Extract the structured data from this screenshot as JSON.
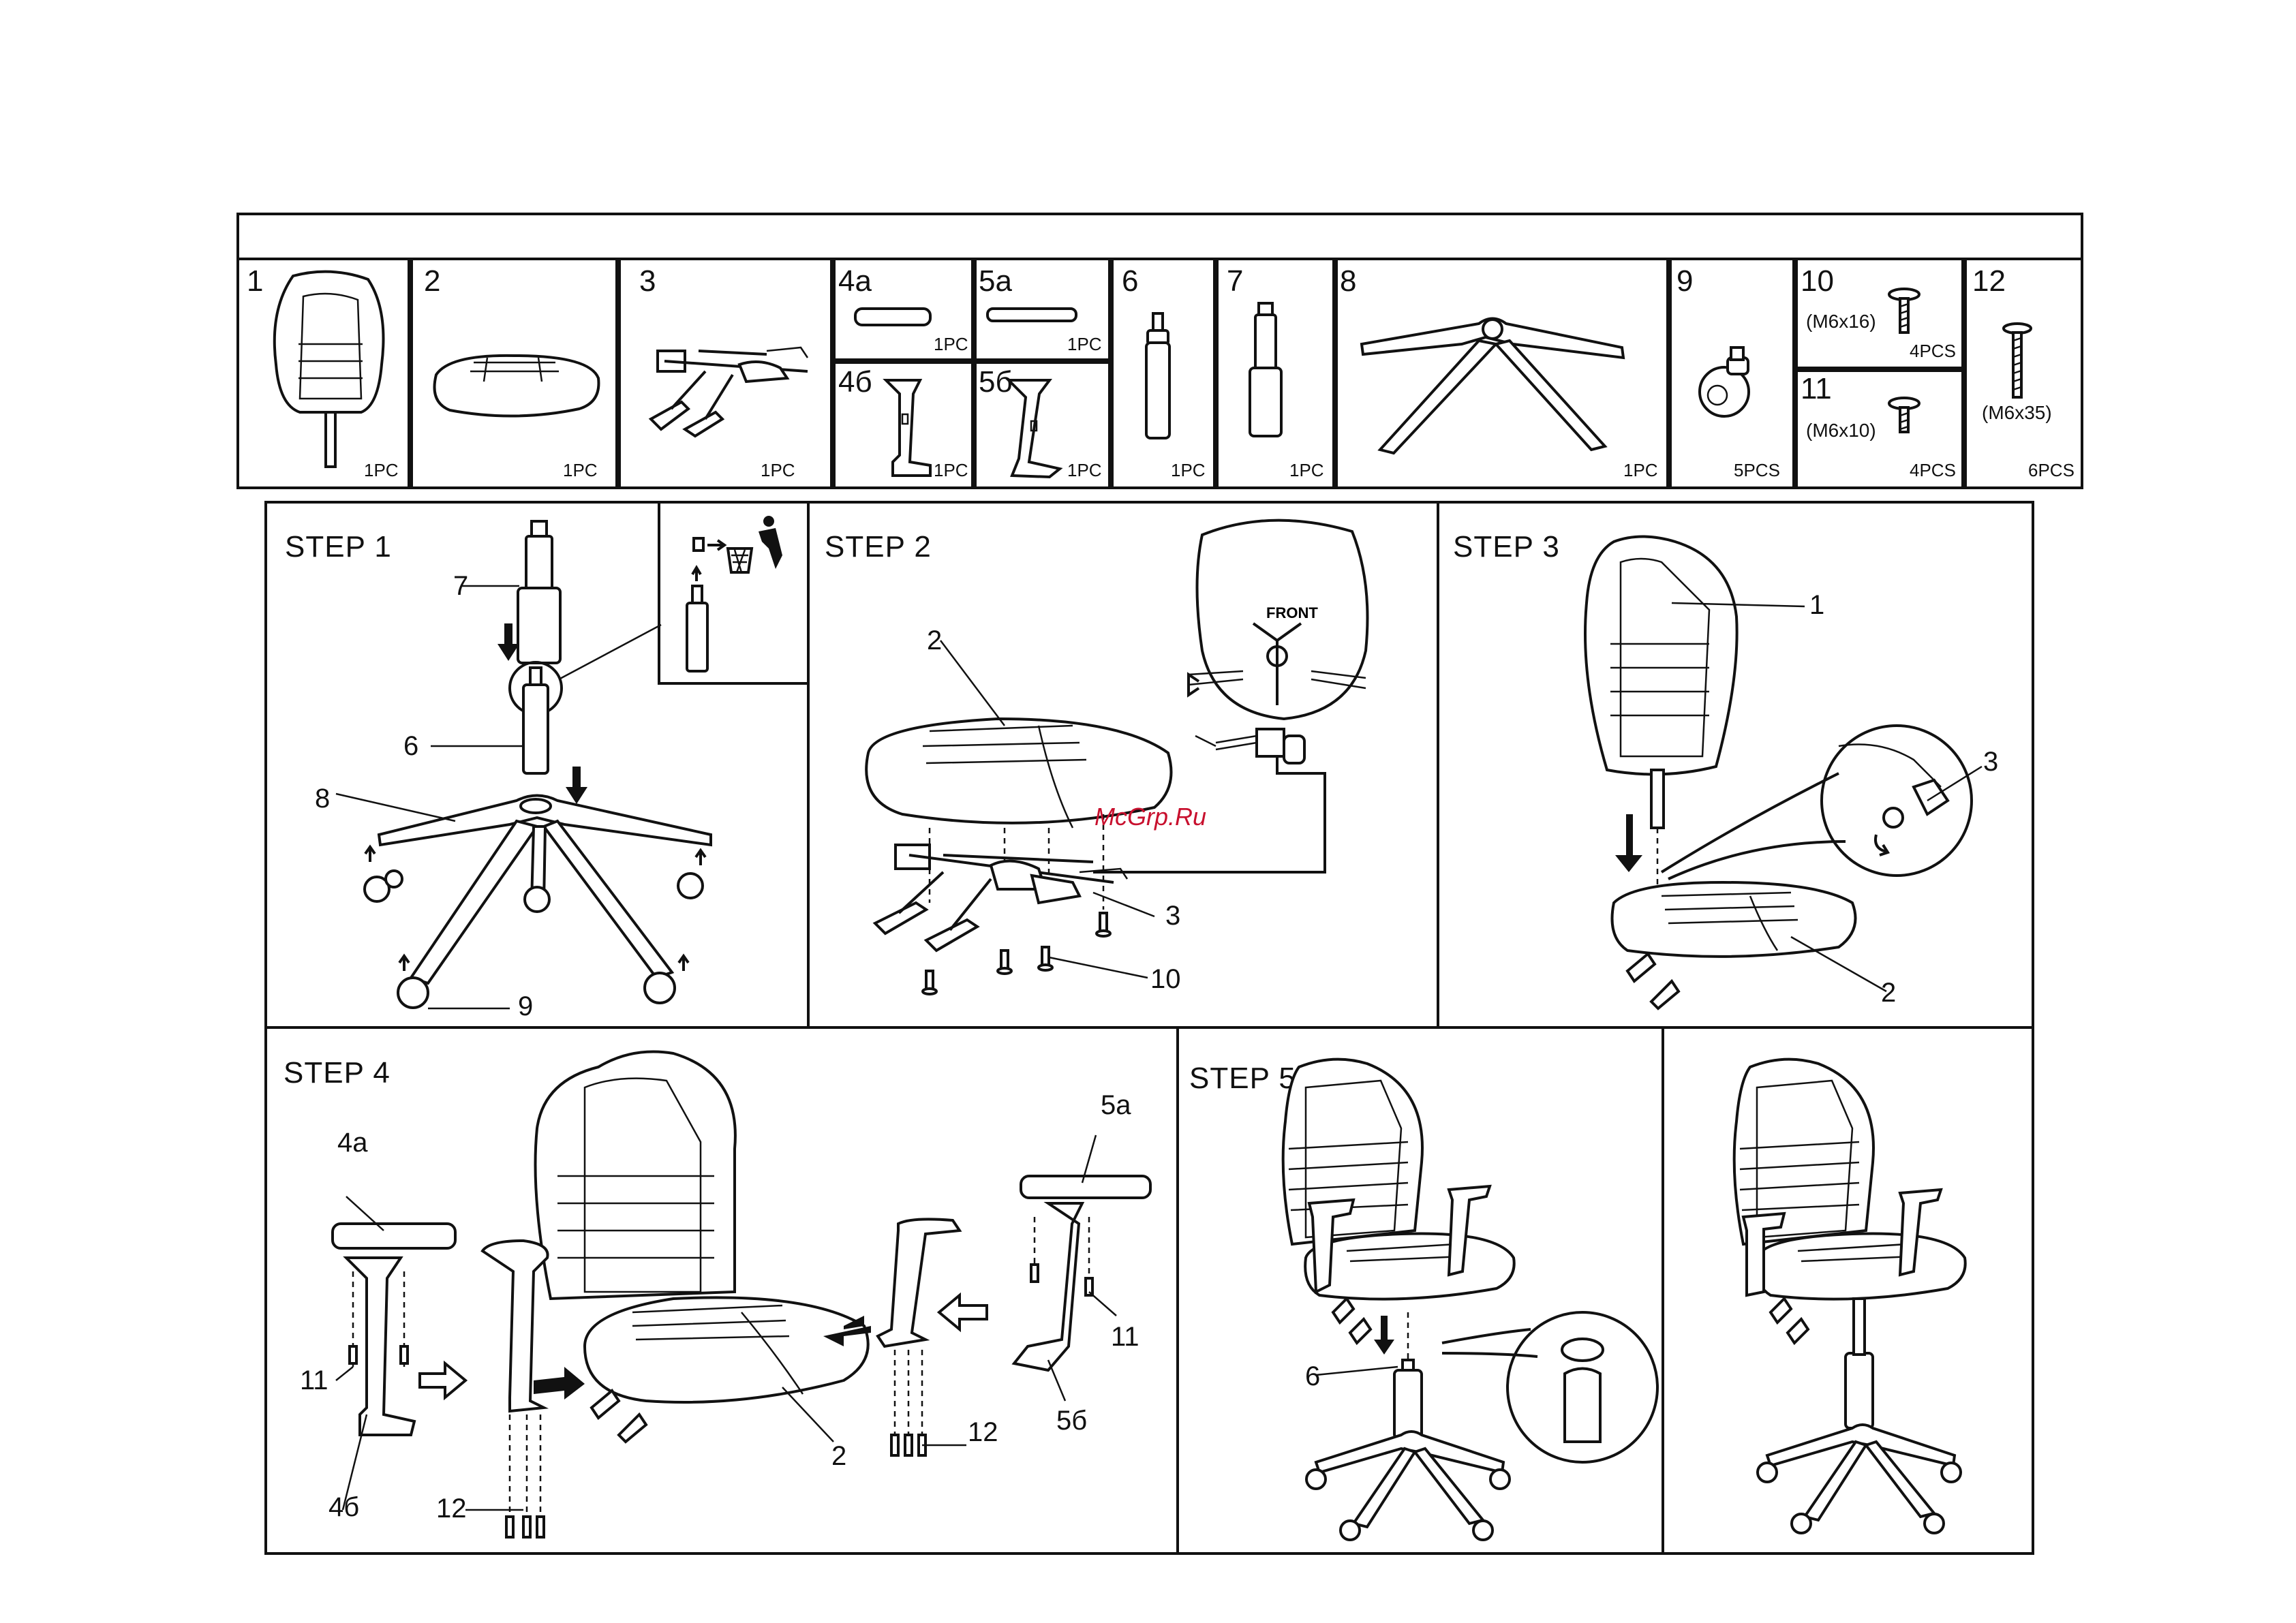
{
  "parts": [
    {
      "num": "1",
      "qty": "1PC"
    },
    {
      "num": "2",
      "qty": "1PC"
    },
    {
      "num": "3",
      "qty": "1PC"
    },
    {
      "num": "4a",
      "qty": "1PC"
    },
    {
      "num": "5a",
      "qty": "1PC"
    },
    {
      "num": "4б",
      "qty": "1PC"
    },
    {
      "num": "5б",
      "qty": "1PC"
    },
    {
      "num": "6",
      "qty": "1PC"
    },
    {
      "num": "7",
      "qty": "1PC"
    },
    {
      "num": "8",
      "qty": "1PC"
    },
    {
      "num": "9",
      "qty": "5PCS"
    },
    {
      "num": "10",
      "spec": "(M6x16)",
      "qty": "4PCS"
    },
    {
      "num": "11",
      "spec": "(M6x10)",
      "qty": "4PCS"
    },
    {
      "num": "12",
      "spec": "(M6x35)",
      "qty": "6PCS"
    }
  ],
  "steps": {
    "step1": {
      "label": "STEP 1",
      "callouts": [
        "7",
        "6",
        "8",
        "9"
      ]
    },
    "step2": {
      "label": "STEP 2",
      "front": "FRONT",
      "callouts": [
        "2",
        "3",
        "10"
      ]
    },
    "step3": {
      "label": "STEP 3",
      "callouts": [
        "1",
        "3",
        "2"
      ]
    },
    "step4": {
      "label": "STEP 4",
      "callouts": [
        "4a",
        "11",
        "4б",
        "12",
        "2",
        "5a",
        "11",
        "5б",
        "12"
      ]
    },
    "step5": {
      "label": "STEP 5",
      "callouts": [
        "6"
      ]
    }
  },
  "watermark": "McGrp.Ru"
}
